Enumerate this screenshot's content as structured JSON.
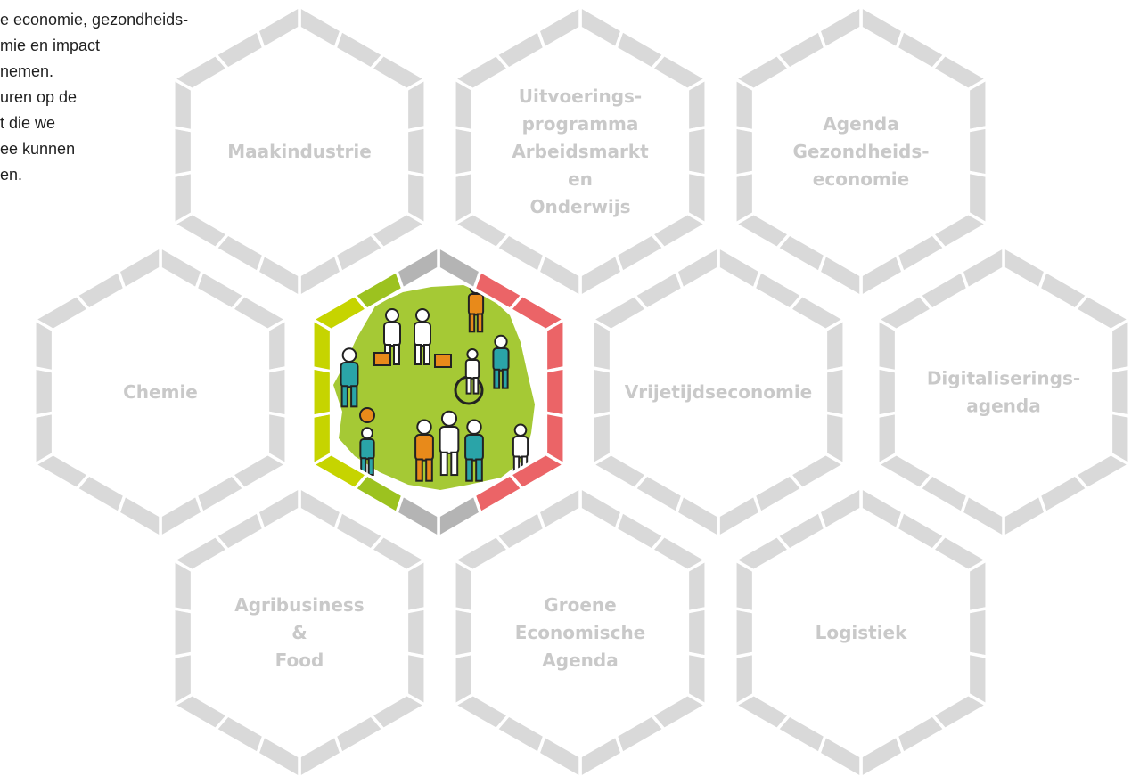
{
  "intro": {
    "lines": [
      "e economie, gezondheids-",
      "mie en impact",
      "nemen.",
      "uren op de",
      "t die we",
      "ee kunnen",
      "en."
    ]
  },
  "colors": {
    "hex_outline": "#d9d9d9",
    "label_text": "#c9c9c9",
    "center_green_light": "#c6d400",
    "center_green": "#9cc21f",
    "center_red": "#eb6467",
    "center_gray": "#b4b4b4",
    "map_green": "#a5c935",
    "figure_orange": "#e88a1a",
    "figure_teal": "#2aa4a8"
  },
  "hexagons": [
    {
      "id": "maakindustrie",
      "lines": [
        "Maakindustrie"
      ]
    },
    {
      "id": "arbeidsmarkt-onderwijs",
      "lines": [
        "Uitvoerings-",
        "programma",
        "Arbeidsmarkt",
        "en",
        "Onderwijs"
      ]
    },
    {
      "id": "gezondheidseconomie",
      "lines": [
        "Agenda",
        "Gezondheids-",
        "economie"
      ]
    },
    {
      "id": "chemie",
      "lines": [
        "Chemie"
      ]
    },
    {
      "id": "center",
      "lines": []
    },
    {
      "id": "vrijetijdseconomie",
      "lines": [
        "Vrijetijdseconomie"
      ]
    },
    {
      "id": "digitaliseringsagenda",
      "lines": [
        "Digitaliserings-",
        "agenda"
      ]
    },
    {
      "id": "agribusiness-food",
      "lines": [
        "Agribusiness",
        "&",
        "Food"
      ]
    },
    {
      "id": "groene-economische-agenda",
      "lines": [
        "Groene",
        "Economische",
        "Agenda"
      ]
    },
    {
      "id": "logistiek",
      "lines": [
        "Logistiek"
      ]
    }
  ]
}
